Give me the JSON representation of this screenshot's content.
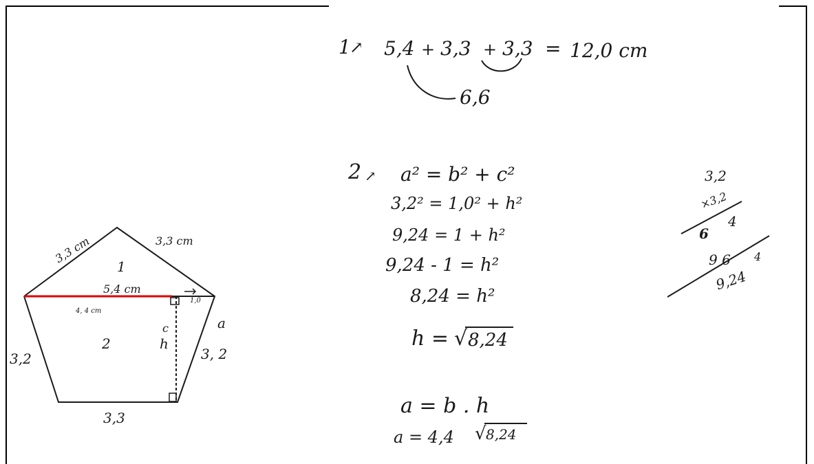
{
  "step1": {
    "number": "1",
    "term_a": "5,4",
    "plus1": "+",
    "term_b": "3,3",
    "plus2": "+",
    "term_c": "3,3",
    "equals": "=",
    "result": "12,0 cm",
    "grouped_sum": "6,6"
  },
  "step2": {
    "number": "2",
    "lines": [
      "a² = b² + c²",
      "3,2² = 1,0² + h²",
      "9,24 = 1 + h²",
      "9,24 - 1 = h²",
      "8,24 = h²"
    ],
    "h_lhs": "h =",
    "h_radicand": "8,24",
    "area_formula": "a = b . h",
    "area_lhs": "a = 4,4",
    "area_radicand": "8,24"
  },
  "multiplication": {
    "top": "3,2",
    "times": "×3,2",
    "partial1": "6",
    "carry1": "4",
    "partial2": "9 6",
    "carry2": "4",
    "product": "9,24"
  },
  "pentagon": {
    "label_top_left": "3,3 cm",
    "label_top_right": "3,3 cm",
    "region_1": "1",
    "label_diagonal": "5,4 cm",
    "label_inner": "4, 4 cm",
    "label_small": "1,0",
    "region_2": "2",
    "label_c": "c",
    "label_h": "h",
    "label_a": "a",
    "label_left": "3,2",
    "label_right": "3, 2",
    "label_bottom": "3,3",
    "highlight_color": "#e00000"
  }
}
